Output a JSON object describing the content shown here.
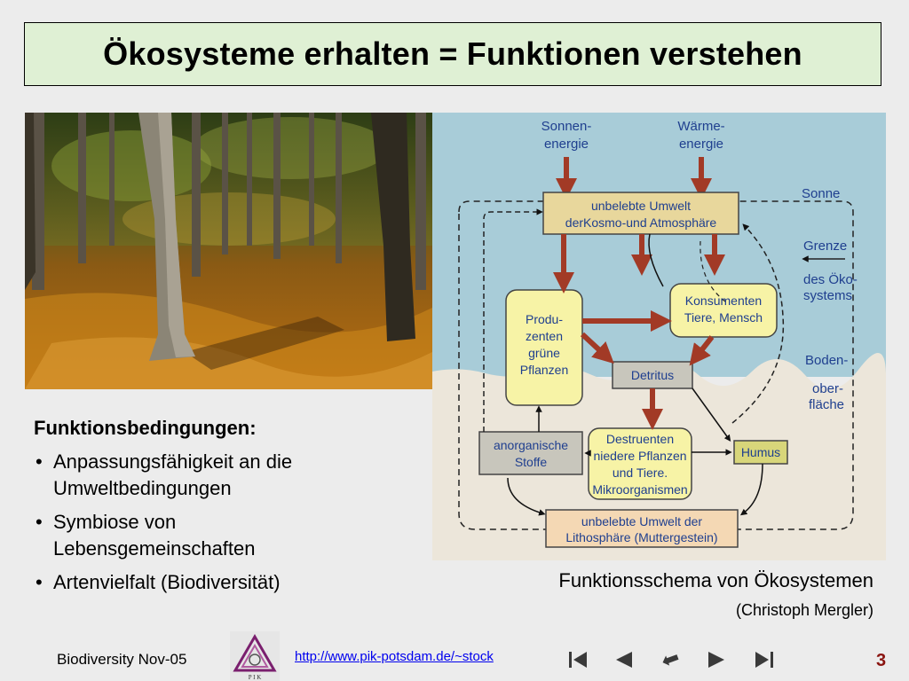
{
  "title": "Ökosysteme erhalten = Funktionen verstehen",
  "conditions": {
    "heading": "Funktionsbedingungen:",
    "items": [
      [
        "Anpassungsfähigkeit an die",
        "Umweltbedingungen"
      ],
      [
        "Symbiose von",
        "Lebensgemeinschaften"
      ],
      [
        "Artenvielfalt (Biodiversität)"
      ]
    ]
  },
  "diagram": {
    "sun_energy": [
      "Sonnen-",
      "energie"
    ],
    "heat_energy": [
      "Wärme-",
      "energie"
    ],
    "abiotic_top": [
      "unbelebte Umwelt",
      "derKosmo-und Atmosphäre"
    ],
    "producers": [
      "Produ-",
      "zenten",
      "grüne",
      "Pflanzen"
    ],
    "consumers": [
      "Konsumenten",
      "Tiere, Mensch"
    ],
    "detritus": "Detritus",
    "inorganic": [
      "anorganische",
      "Stoffe"
    ],
    "destruents": [
      "Destruenten",
      "niedere Pflanzen",
      "und Tiere.",
      "Mikroorganismen"
    ],
    "humus": "Humus",
    "abiotic_bottom": [
      "unbelebte Umwelt der",
      "Lithosphäre (Muttergestein)"
    ],
    "sun": "Sonne",
    "boundary": [
      "Grenze",
      "des Öko-",
      "systems"
    ],
    "ground": [
      "Boden-",
      "ober-",
      "fläche"
    ]
  },
  "caption": {
    "main": "Funktionsschema von Ökosystemen",
    "sub": "(Christoph Mergler)"
  },
  "footer": {
    "left": "Biodiversity Nov-05",
    "url": "http://www.pik-potsdam.de/~stock",
    "page": "3",
    "logo_text": "P I K"
  }
}
